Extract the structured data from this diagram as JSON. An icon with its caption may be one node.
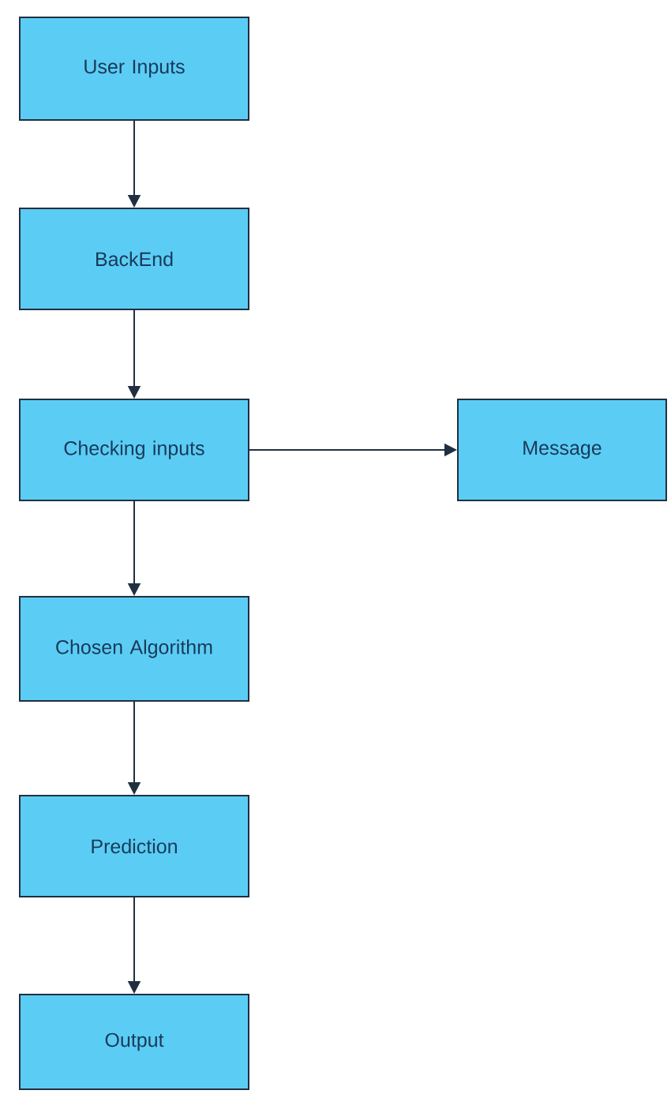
{
  "diagram": {
    "nodes": [
      {
        "text": [
          "User Inputs"
        ]
      },
      {
        "text": [
          "BackEnd"
        ]
      },
      {
        "text": [
          "Checking inputs"
        ]
      },
      {
        "text": [
          "Message"
        ]
      },
      {
        "text": [
          "Chosen Algorithm"
        ]
      },
      {
        "text": [
          "Prediction"
        ]
      },
      {
        "text": [
          "Output"
        ]
      }
    ],
    "edges": [
      {
        "from": 0,
        "to": 1,
        "arrow": "to"
      },
      {
        "from": 1,
        "to": 2,
        "arrow": "to"
      },
      {
        "from": 2,
        "to": 3,
        "arrow": "to"
      },
      {
        "from": 2,
        "to": 4,
        "arrow": "to"
      },
      {
        "from": 4,
        "to": 5,
        "arrow": "to"
      },
      {
        "from": 5,
        "to": 6,
        "arrow": "to"
      }
    ]
  }
}
